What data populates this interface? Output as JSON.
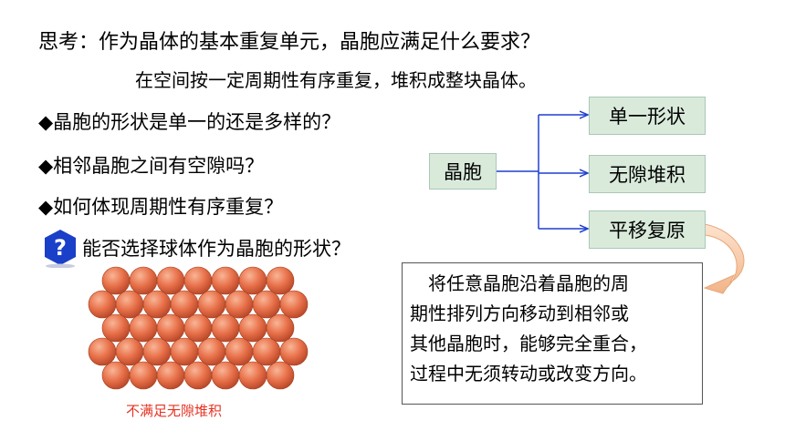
{
  "question": "思考：作为晶体的基本重复单元，晶胞应满足什么要求？",
  "answer": "在空间按一定周期性有序重复，堆积成整块晶体。",
  "bullets": [
    "◆晶胞的形状是单一的还是多样的？",
    "◆相邻晶胞之间有空隙吗？",
    "◆如何体现周期性有序重复？"
  ],
  "question_badge": "?",
  "question_line": "能否选择球体作为晶胞的形状？",
  "diagram": {
    "source": "晶胞",
    "targets": [
      "单一形状",
      "无隙堆积",
      "平移复原"
    ],
    "line_color": "#1f3fd0",
    "box_fill": "#d9eadb"
  },
  "explanation_lines": [
    "　将任意晶胞沿着晶胞的周",
    "期性排列方向移动到相邻或",
    "其他晶胞时，能够完全重合，",
    "过程中无须转动或改变方向。"
  ],
  "caption": "不满足无隙堆积",
  "colors": {
    "sphere": "#e8714a",
    "caption": "#e53323",
    "badge": "#1a3fc8"
  }
}
